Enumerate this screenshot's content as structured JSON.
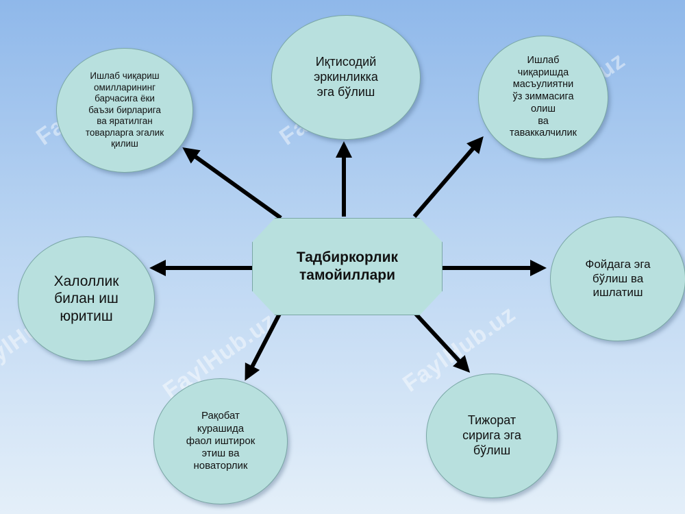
{
  "watermark": "FaylHub.uz",
  "center": {
    "label": "Тадбиркорлик\nтамойиллари"
  },
  "nodes": [
    {
      "id": "top-left",
      "label": "Ишлаб чиқариш\nомилларининг\nбарчасига ёки\nбаъзи  бирларига\nва яратилган\nтоварларга эгалик\nқилиш"
    },
    {
      "id": "top",
      "label": "Иқтисодий\nэркинликка\nэга бўлиш"
    },
    {
      "id": "top-right",
      "label": "Ишлаб\nчиқаришда\nмасъулиятни\nўз зиммасига\nолиш\nва\nтаваккалчилик"
    },
    {
      "id": "right",
      "label": "Фойдага эга\nбўлиш ва\nишлатиш"
    },
    {
      "id": "bottom-right",
      "label": "Тижорат\nсирига эга\nбўлиш"
    },
    {
      "id": "bottom",
      "label": "Рақобат\nкурашида\nфаол иштирок\nэтиш ва\nноваторлик"
    },
    {
      "id": "left",
      "label": "Халоллик\nбилан иш\nюритиш"
    }
  ],
  "colors": {
    "node_fill": "#b8e0de",
    "node_border": "#7aa7a5",
    "arrow": "#000000"
  }
}
